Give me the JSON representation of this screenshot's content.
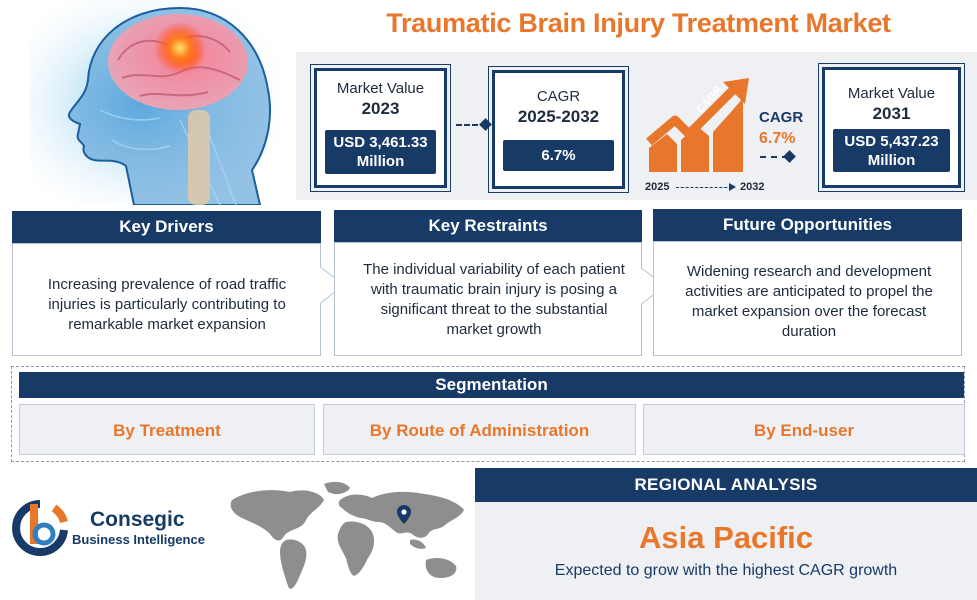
{
  "title": "Traumatic Brain Injury Treatment Market",
  "cards": {
    "market_2023": {
      "label": "Market Value",
      "year": "2023",
      "value": "USD 3,461.33 Million"
    },
    "cagr": {
      "label": "CAGR",
      "period": "2025-2032",
      "value": "6.7%"
    },
    "market_2031": {
      "label": "Market Value",
      "year": "2031",
      "value": "USD 5,437.23 Million"
    }
  },
  "growth_graphic": {
    "arrow_text": "CAGR",
    "label": "CAGR",
    "value": "6.7%",
    "start_year": "2025",
    "end_year": "2032"
  },
  "columns": [
    {
      "heading": "Key Drivers",
      "text": "Increasing prevalence of road traffic injuries is particularly contributing to remarkable market expansion"
    },
    {
      "heading": "Key Restraints",
      "text": "The individual variability of each patient with traumatic brain injury is posing a significant threat to the substantial market growth"
    },
    {
      "heading": "Future Opportunities",
      "text": "Widening research and development activities are anticipated to propel the market expansion over the forecast duration"
    }
  ],
  "segmentation": {
    "heading": "Segmentation",
    "items": [
      "By Treatment",
      "By Route of Administration",
      "By End-user"
    ]
  },
  "regional": {
    "heading": "REGIONAL ANALYSIS",
    "region": "Asia Pacific",
    "description": "Expected to grow with the highest CAGR growth"
  },
  "logo": {
    "name": "Consegic",
    "subtitle": "Business Intelligence"
  },
  "colors": {
    "navy": "#173a66",
    "orange": "#e8762b",
    "panel": "#eef0f3"
  },
  "icons": [
    "brain-head-image",
    "growth-arrow-icon",
    "world-map-image",
    "location-pin-icon",
    "consegic-logo-icon"
  ]
}
